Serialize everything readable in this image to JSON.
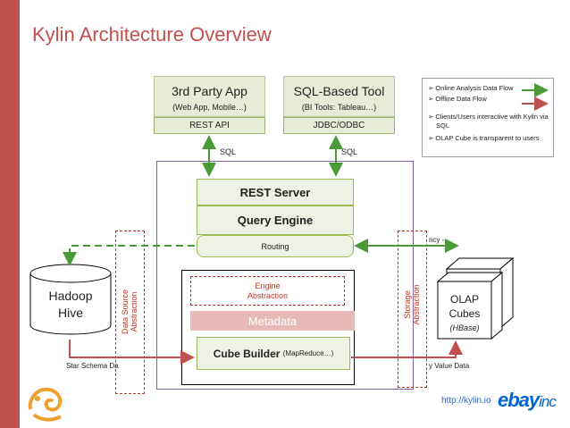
{
  "title": "Kylin Architecture Overview",
  "clients": {
    "third_party": {
      "title": "3rd Party App",
      "subtitle": "(Web App, Mobile…)",
      "api": "REST API",
      "protocol": "SQL"
    },
    "sql_tool": {
      "title": "SQL-Based Tool",
      "subtitle": "(BI Tools: Tableau…)",
      "api": "JDBC/ODBC",
      "protocol": "SQL"
    }
  },
  "legend": {
    "items": [
      "Online Analysis Data Flow",
      "Offline Data Flow",
      "Clients/Users interactive with Kylin via SQL",
      "OLAP Cube is transparent to users"
    ],
    "colors": {
      "online": "#4a9a3a",
      "offline": "#c0504d"
    }
  },
  "core": {
    "rest_server": "REST Server",
    "query_engine": "Query Engine",
    "routing": "Routing",
    "engine_abstraction": "Engine Abstraction",
    "metadata": "Metadata",
    "cube_builder": "Cube Builder",
    "cube_builder_detail": "(MapReduce…)"
  },
  "data_source": {
    "label": "Data Source Abstraction",
    "hadoop": "Hadoop",
    "hive": "Hive",
    "star_schema": "Star Schema Da"
  },
  "storage": {
    "label": "Storage Abstraction",
    "olap": "OLAP",
    "cubes": "Cubes",
    "hbase": "(HBase)",
    "key_value": "y Value Data",
    "latency": "ncy -"
  },
  "footer": {
    "url": "http://kylin.io",
    "ebay": "ebay",
    "inc": "inc"
  },
  "colors": {
    "accent": "#c0504d",
    "panel_border": "#8064a2",
    "online_flow": "#4a9a3a",
    "offline_flow": "#c0504d"
  }
}
